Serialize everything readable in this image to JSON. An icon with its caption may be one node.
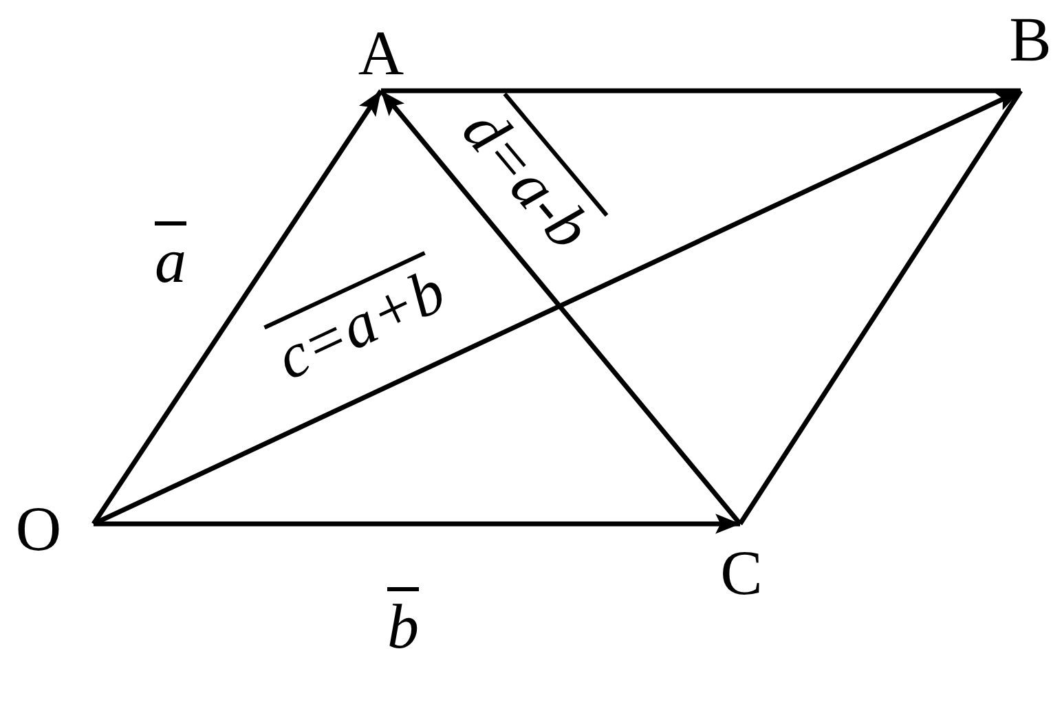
{
  "diagram": {
    "nodes": [
      {
        "text": [
          "O"
        ]
      },
      {
        "text": [
          "A"
        ]
      },
      {
        "text": [
          "B"
        ]
      },
      {
        "text": [
          "C"
        ]
      }
    ],
    "edges": [
      {
        "from": 0,
        "to": 1,
        "arrow": "to",
        "label": "a"
      },
      {
        "from": 0,
        "to": 3,
        "arrow": "to",
        "label": "b"
      },
      {
        "from": 0,
        "to": 2,
        "arrow": "to",
        "label": "c=a+b"
      },
      {
        "from": 3,
        "to": 1,
        "arrow": "to",
        "label": "d=a-b"
      },
      {
        "from": 1,
        "to": 2,
        "arrow": "none"
      },
      {
        "from": 3,
        "to": 2,
        "arrow": "none"
      }
    ]
  }
}
